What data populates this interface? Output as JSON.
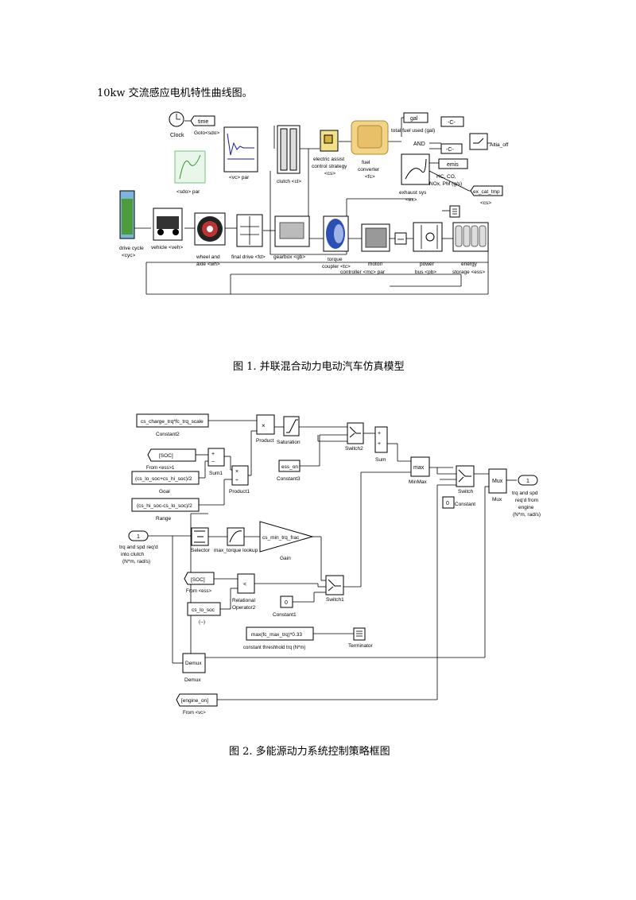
{
  "intro_text": "10kw 交流感应电机特性曲线图。",
  "figure1": {
    "caption": "图 1. 并联混合动力电动汽车仿真模型",
    "labels": {
      "clock": "Clock",
      "time": "time",
      "goto_sdo": "Goto<sdo>",
      "vc_par": "<vc> par",
      "sdo_par": "<sdo> par",
      "clutch": "clutch <cl>",
      "eas_1": "electric assist",
      "eas_2": "control strategy",
      "eas_3": "<cs>",
      "fc_1": "fuel",
      "fc_2": "converter",
      "fc_3": "<fc>",
      "gal": "gal",
      "tfu": "total fuel used (gal)",
      "c1": "-C-",
      "c2": "-C-",
      "and": "AND",
      "emis": "emis",
      "altia": "Altia_off",
      "hc": "HC, CO,",
      "nox": "NOx, PM (g/s)",
      "exsys_1": "exhaust sys",
      "exsys_2": "<ex>",
      "excat": "ex_cat_tmp",
      "cs2": "<cs>",
      "dc_1": "drive cycle",
      "dc_2": "<cyc>",
      "veh": "vehicle <veh>",
      "wh_1": "wheel and",
      "wh_2": "axle <wh>",
      "fd": "final drive <fd>",
      "gb": "gearbox <gb>",
      "tc_1": "torque",
      "tc_2": "coupler <tc>",
      "mc_1": "motor/",
      "mc_2": "controller <mc> par",
      "pb_1": "power",
      "pb_2": "bus <pb>",
      "ess_1": "energy",
      "ess_2": "storage <ess>"
    }
  },
  "figure2": {
    "caption": "图 2. 多能源动力系统控制策略框图",
    "labels": {
      "cs_charge": "cs_charge_trq*fc_trq_scale",
      "constant2": "Constant2",
      "soc1": "[SOC]",
      "from_ess1": "From <ess>1",
      "goal_expr": "(cs_lo_soc+cs_hi_soc)/2",
      "goal": "Goal",
      "range_expr": "(cs_hi_soc-cs_lo_soc)/2",
      "range": "Range",
      "sum1": "Sum1",
      "product1": "Product1",
      "product": "Product",
      "saturation": "Saturation",
      "ess_on": "ess_on",
      "constant3": "Constant3",
      "switch2": "Switch2",
      "sum": "Sum",
      "max": "max",
      "minmax": "MinMax",
      "switch": "Switch",
      "const0": "0",
      "constant": "Constant",
      "mux": "Mux",
      "mux_lbl": "Mux",
      "out1": "1",
      "out_1": "trq and spd",
      "out_2": "req'd from",
      "out_3": "engine",
      "out_4": "(N*m, rad/s)",
      "in1": "1",
      "in_1": "trq and spd req'd",
      "in_2": "into clutch",
      "in_3": "(N*m, rad/s)",
      "selector": "Selector",
      "maxtrq": "max_torque lookup",
      "gain_expr": "cs_min_trq_frac",
      "gain": "Gain",
      "soc2": "[SOC]",
      "from_ess": "From <ess>",
      "lt": "<",
      "relop_1": "Relational",
      "relop_2": "Operator2",
      "cslo": "cs_lo_soc",
      "paren": "(--)",
      "const0b": "0",
      "constant1": "Constant1",
      "switch1": "Switch1",
      "thr_expr": "max(fc_max_trq)*0.33",
      "thr": "constant threshhold trq (N*m)",
      "terminator": "Terminator",
      "demux": "Demux",
      "demux_lbl": "Demux",
      "engine_on": "[engine_on]",
      "from_vc": "From <vc>"
    }
  }
}
